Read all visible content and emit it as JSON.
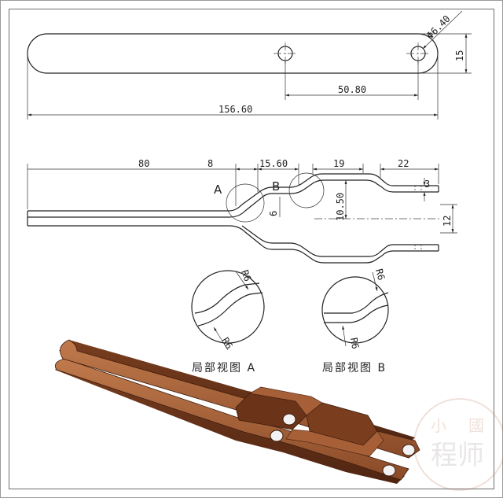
{
  "top_view": {
    "dim_hole": "Φ6.40",
    "dim_height": "15",
    "dim_hole_spacing": "50.80",
    "dim_total_length": "156.60"
  },
  "side_view": {
    "dim_80": "80",
    "dim_8": "8",
    "dim_15_60": "15.60",
    "dim_19": "19",
    "dim_22": "22",
    "dim_3": "3",
    "dim_6": "6",
    "dim_10_50": "10.50",
    "dim_12": "12",
    "label_a": "A",
    "label_b": "B"
  },
  "detail_a": {
    "caption": "局部视图 A",
    "r_top": "R6",
    "r_bottom": "R6"
  },
  "detail_b": {
    "caption": "局部视图 B",
    "r_top": "R6",
    "r_bottom": "R6"
  },
  "colors": {
    "part": "#8a4a28",
    "part_light": "#b36c43",
    "part_dark": "#5a2c16",
    "line": "#222222"
  }
}
